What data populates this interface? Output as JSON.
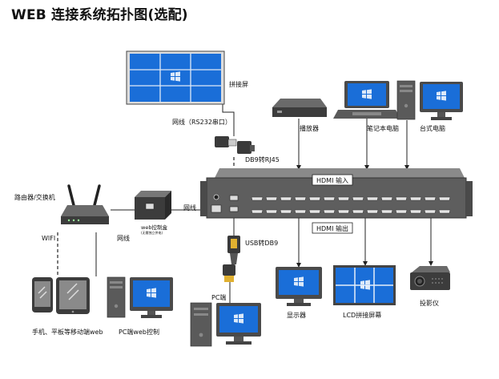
{
  "title": "WEB 连接系统拓扑图(选配)",
  "labels": {
    "splice_screen": "拼接屏",
    "rs232_line": "网线（RS232串口）",
    "db9_rj45": "DB9转RJ45",
    "player": "播放器",
    "laptop": "笔记本电脑",
    "desktop": "台式电脑",
    "hdmi_in": "HDMI 输入",
    "hdmi_out": "HDMI 输出",
    "router": "路由器/交换机",
    "net_cable_1": "网线",
    "web_box": "web控制盒",
    "web_box_sub": "(无需独立供电)",
    "wifi": "WIFI",
    "net_cable_2": "网线",
    "usb_db9": "USB转DB9",
    "pc_port": "PC端",
    "monitor": "显示器",
    "lcd_wall": "LCD拼接屏幕",
    "projector": "投影仪",
    "mobile_web": "手机、平板等移动端web",
    "pc_web": "PC端web控制"
  },
  "icons": {
    "screen": "windows-screen-icon",
    "router": "router-icon",
    "web_box": "control-box-icon",
    "matrix": "hdmi-matrix-icon",
    "phone": "phone-icon",
    "tablet": "tablet-icon",
    "tower": "pc-tower-icon",
    "projector": "projector-icon",
    "player": "player-icon",
    "laptop": "laptop-icon",
    "adapter": "db9-adapter-icon",
    "usb_cable": "usb-db9-cable-icon"
  },
  "colors": {
    "screen_blue": "#1a6ed8",
    "device_gray": "#5e5e5e",
    "device_dark": "#3a3a3a",
    "line": "#222222"
  }
}
